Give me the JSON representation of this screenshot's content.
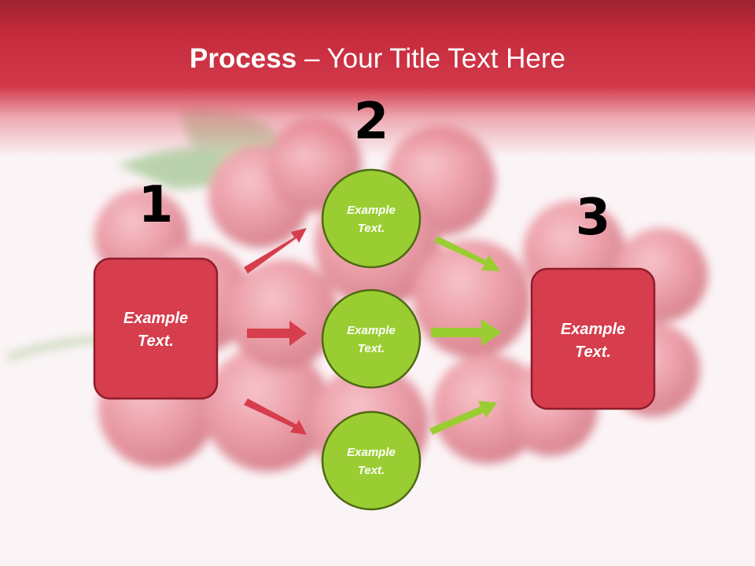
{
  "slide": {
    "title_bold": "Process",
    "title_rest": " – Your Title Text Here"
  },
  "steps": [
    {
      "number": "1",
      "text_line1": "Example",
      "text_line2": "Text."
    },
    {
      "number": "2"
    },
    {
      "number": "3",
      "text_line1": "Example",
      "text_line2": "Text."
    }
  ],
  "circles": [
    {
      "text_line1": "Example",
      "text_line2": "Text."
    },
    {
      "text_line1": "Example",
      "text_line2": "Text."
    },
    {
      "text_line1": "Example",
      "text_line2": "Text."
    }
  ],
  "colors": {
    "title_band": "#c42a3a",
    "box_fill": "#d63d4d",
    "box_border": "#8e1d2b",
    "circle_fill": "#9acd32",
    "circle_border": "#4c6a12",
    "arrow_red": "#d63d4d",
    "arrow_green": "#9acd32"
  }
}
